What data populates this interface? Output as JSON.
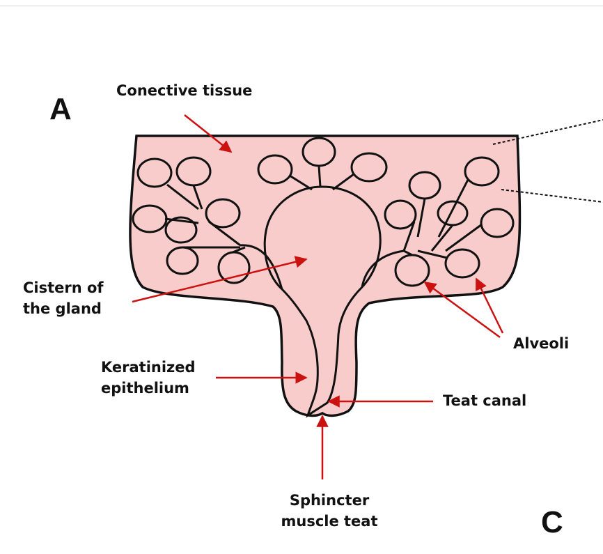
{
  "panel_labels": {
    "a": "A",
    "c": "C"
  },
  "labels": {
    "connective_tissue": "Conective tissue",
    "cistern_line1": "Cistern of",
    "cistern_line2": "the gland",
    "alveoli": "Alveoli",
    "keratinized_line1": "Keratinized",
    "keratinized_line2": "epithelium",
    "teat_canal": "Teat canal",
    "sphincter_line1": "Sphincter",
    "sphincter_line2": "muscle teat"
  },
  "colors": {
    "tissue_fill": "#f9cccc",
    "outline": "#111111",
    "arrow": "#cc1111",
    "background": "#ffffff"
  }
}
